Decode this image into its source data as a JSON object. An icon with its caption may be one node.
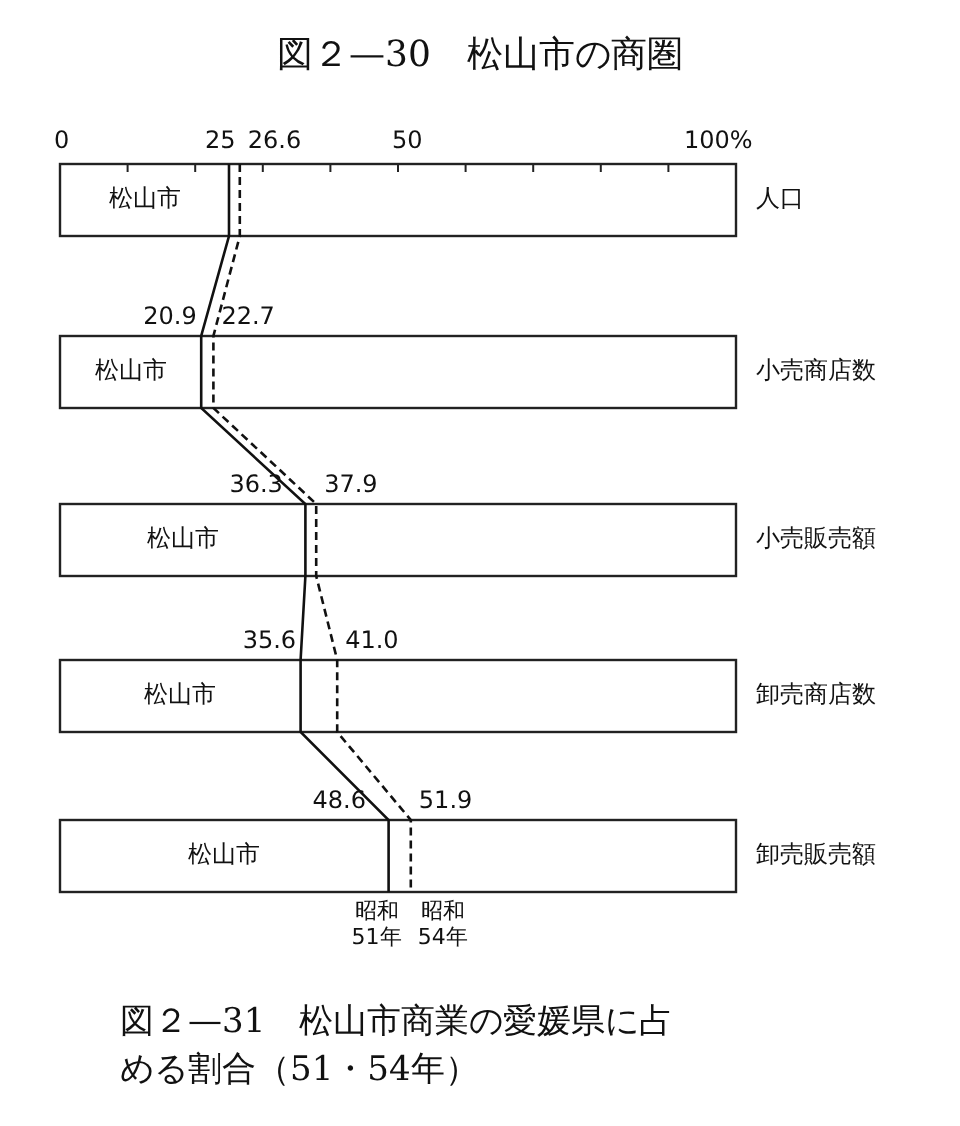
{
  "diagram": {
    "title": "図２—30　松山市の商圏",
    "caption": "図２—31　松山市商業の愛媛県に占める割合（51・54年）",
    "labels": [
      "0",
      "25",
      "26.6",
      "50",
      "100%",
      "松山市",
      "人口",
      "20.9",
      "22.7",
      "松山市",
      "小売商店数",
      "36.3",
      "37.9",
      "松山市",
      "小売販売額",
      "35.6",
      "41.0",
      "松山市",
      "卸売商店数",
      "48.6",
      "51.9",
      "松山市",
      "卸売販売額",
      "昭和51年",
      "昭和54年"
    ]
  }
}
